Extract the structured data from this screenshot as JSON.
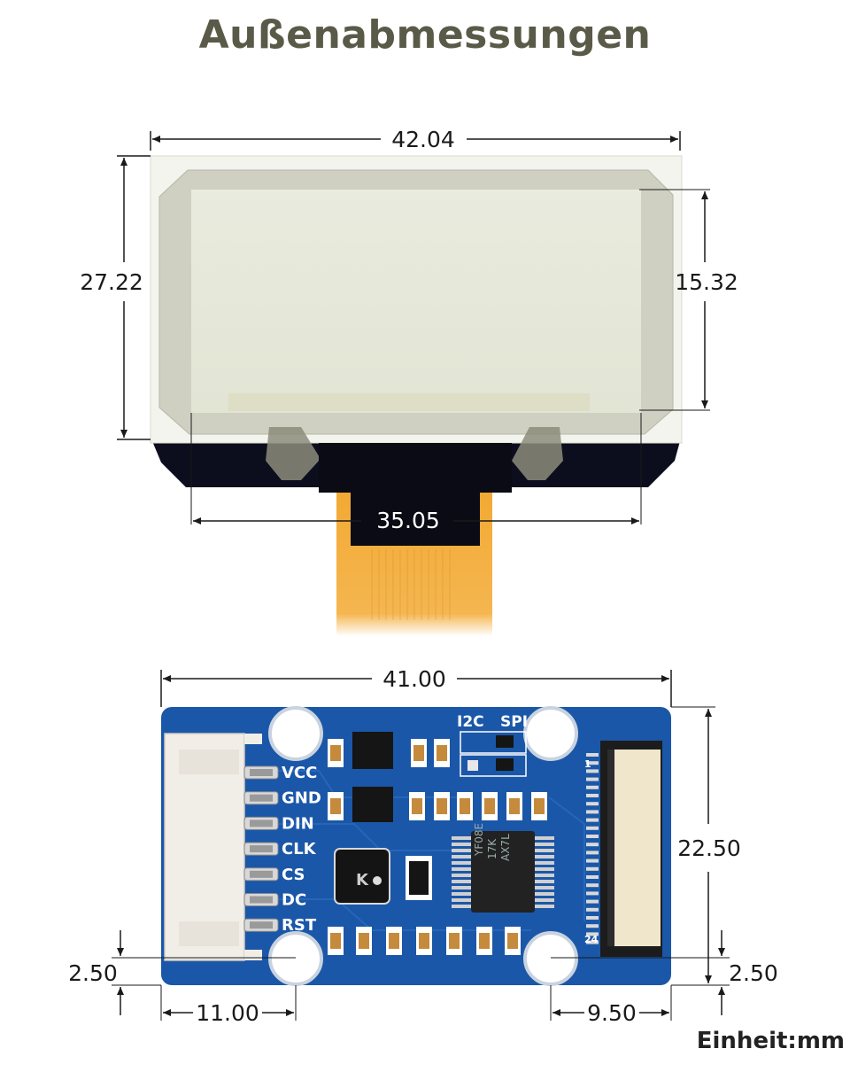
{
  "title": "Außenabmessungen",
  "unit_label": "Einheit:mm",
  "dimensions": {
    "oled_width": "42.04",
    "oled_height": "27.22",
    "display_area_height": "15.32",
    "display_area_width": "35.05",
    "board_width": "41.00",
    "board_height": "22.50",
    "hole_offset_left_y": "2.50",
    "hole_offset_right_y": "2.50",
    "hole_offset_left_x": "11.00",
    "hole_offset_right_x": "9.50"
  },
  "board": {
    "pins": [
      "VCC",
      "GND",
      "DIN",
      "CLK",
      "CS",
      "DC",
      "RST"
    ],
    "mode_labels": [
      "I2C",
      "SPI"
    ],
    "connector_pin_first": "1",
    "connector_pin_last": "24",
    "chip_marking": [
      "YF08E",
      "17K",
      "AX7L"
    ]
  },
  "colors": {
    "title": "#5a5a48",
    "pcb": "#1b57a8",
    "flex_cable": "#f2a932",
    "dimension_line": "#1a1a1a"
  }
}
